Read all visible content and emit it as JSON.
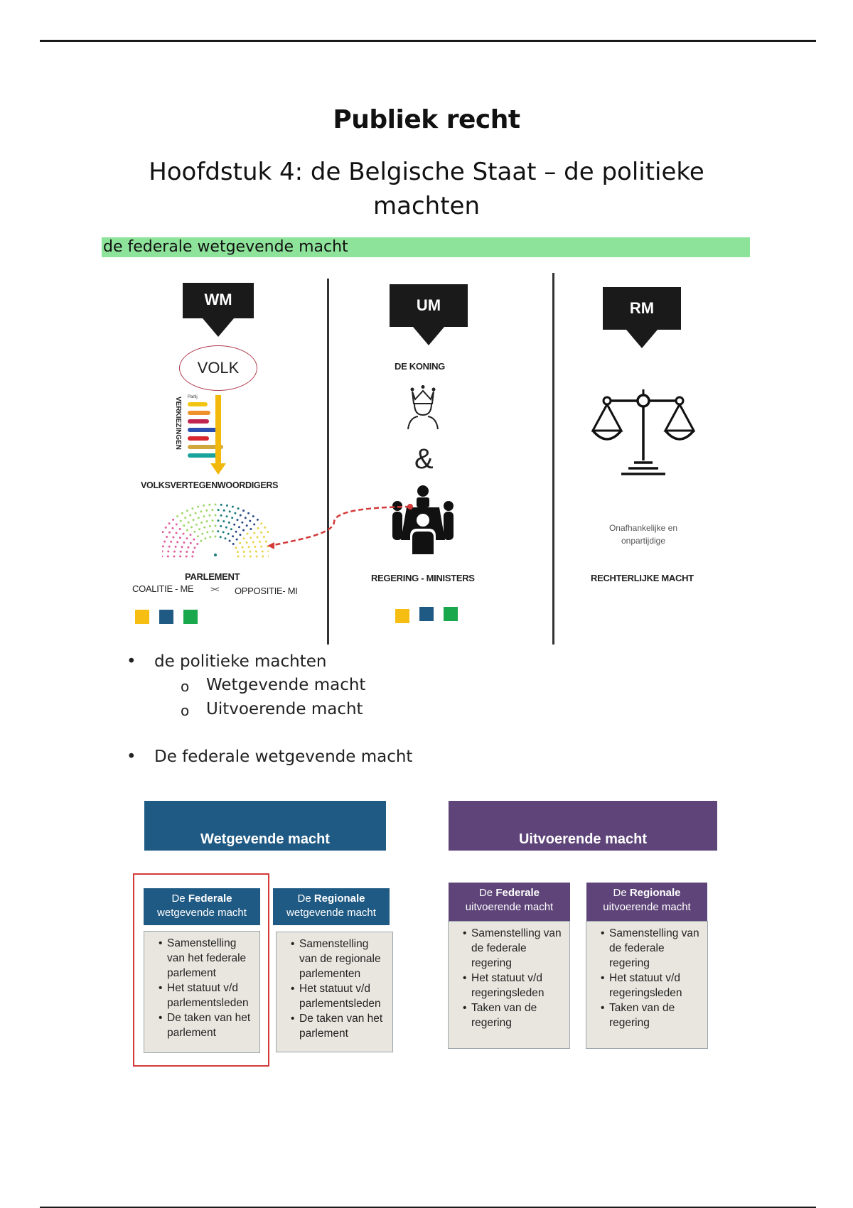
{
  "document": {
    "title": "Publiek recht",
    "subtitle": "Hoofdstuk 4: de Belgische Staat – de politieke machten",
    "highlight_heading": "de federale wetgevende macht"
  },
  "diagram_powers": {
    "columns": [
      {
        "badge": "WM",
        "items": {
          "volk": "VOLK",
          "verkiezingen": "VERKIEZINGEN",
          "partij_label": "Partij",
          "volksvertegenwoordigers": "VOLKSVERTEGENWOORDIGERS",
          "parlement": "PARLEMENT",
          "coalitie": "COALITIE - ME",
          "versus": "><",
          "oppositie": "OPPOSITIE- MI"
        },
        "party_colors": [
          "#f2c511",
          "#f0922b",
          "#c0264f",
          "#2a4fb0",
          "#d8262e",
          "#d0a83c",
          "#1aa39a"
        ],
        "squares": [
          "#f6be12",
          "#1f5a84",
          "#1aa84c"
        ]
      },
      {
        "badge": "UM",
        "items": {
          "koning": "DE KONING",
          "ampersand": "&",
          "regering": "REGERING - MINISTERS"
        },
        "squares": [
          "#f6be12",
          "#1f5a84",
          "#1aa84c"
        ]
      },
      {
        "badge": "RM",
        "items": {
          "note": "Onafhankelijke en onpartijdige",
          "rechterlijke": "RECHTERLIJKE MACHT"
        }
      }
    ],
    "connector_color": "#d43a3a"
  },
  "bullets": [
    {
      "text": "de politieke machten",
      "level": 1
    },
    {
      "text": "Wetgevende macht",
      "level": 2
    },
    {
      "text": "Uitvoerende macht",
      "level": 2
    },
    {
      "text": "De federale wetgevende macht",
      "level": 1
    }
  ],
  "bullet_symbols": {
    "level1": "•",
    "level2": "o"
  },
  "diagram_structure": {
    "wetgevend": {
      "header": "Wetgevende macht",
      "color": "#1f5a84",
      "boxes": [
        {
          "title_prefix": "De ",
          "title_bold": "Federale",
          "title_suffix": "wetgevende macht",
          "highlighted": true,
          "items": [
            "Samenstelling van het federale parlement",
            "Het statuut v/d parlementsleden",
            "De taken van het parlement"
          ]
        },
        {
          "title_prefix": "De ",
          "title_bold": "Regionale",
          "title_suffix": "wetgevende macht",
          "highlighted": false,
          "items": [
            "Samenstelling van de regionale parlementen",
            "Het statuut v/d parlementsleden",
            "De taken van het parlement"
          ]
        }
      ]
    },
    "uitvoerend": {
      "header": "Uitvoerende macht",
      "color": "#5e4478",
      "boxes": [
        {
          "title_prefix": "De ",
          "title_bold": "Federale",
          "title_suffix": "uitvoerende macht",
          "items": [
            "Samenstelling van de federale regering",
            "Het statuut v/d regeringsleden",
            "Taken van de regering"
          ]
        },
        {
          "title_prefix": "De ",
          "title_bold": "Regionale",
          "title_suffix": "uitvoerende macht",
          "items": [
            "Samenstelling van de federale regering",
            "Het statuut v/d regeringsleden",
            "Taken van de regering"
          ]
        }
      ]
    },
    "highlight_color": "#d43a3a"
  }
}
